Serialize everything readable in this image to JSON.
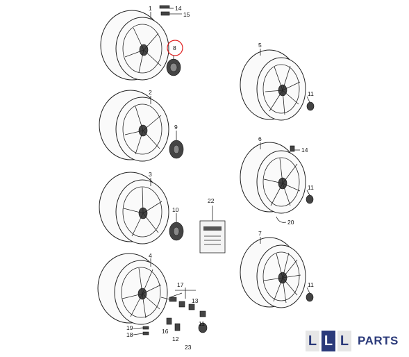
{
  "diagram": {
    "callouts": {
      "wheel_1": "1",
      "wheel_2": "2",
      "wheel_3": "3",
      "wheel_4": "4",
      "wheel_5": "5",
      "wheel_6": "6",
      "wheel_7": "7",
      "cap_8": "8",
      "cap_9": "9",
      "cap_10": "10",
      "bolt_cap_11a": "11",
      "bolt_cap_11b": "11",
      "bolt_cap_11c": "11",
      "bolt_cap_11d": "11",
      "valve_13": "13",
      "valve_14a": "14",
      "valve_14b": "14",
      "valve_15": "15",
      "part_16": "16",
      "part_17": "17",
      "part_18": "18",
      "part_19": "19",
      "hook_20": "20",
      "kit_22": "22",
      "part_12": "12",
      "part_23": "23"
    },
    "highlight_color": "#e02020"
  },
  "brand": {
    "box1": "L",
    "box2": "L",
    "box3": "L",
    "name": "PARTS",
    "color": "#2b3a7a"
  }
}
